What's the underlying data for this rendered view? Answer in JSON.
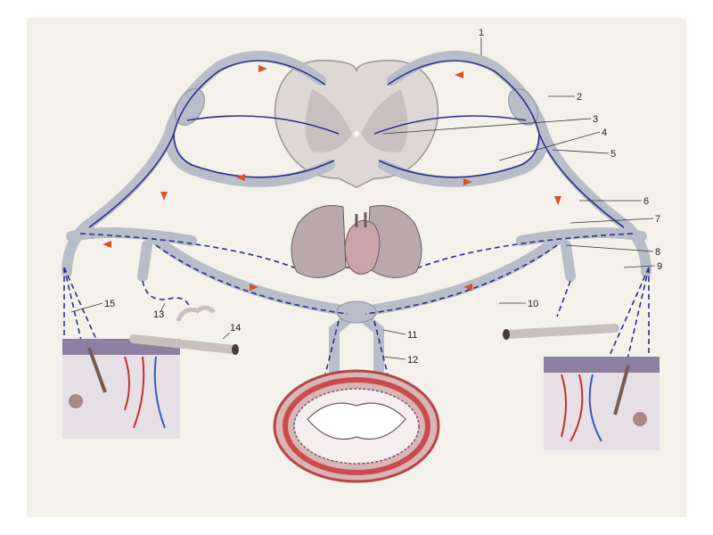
{
  "diagram": {
    "description_labels": [
      "1",
      "2",
      "3",
      "4",
      "5",
      "6",
      "7",
      "8",
      "9",
      "10",
      "11",
      "12",
      "13",
      "14",
      "15"
    ],
    "colors": {
      "paper": "#f4f1ea",
      "nerve": "#b9bdc9",
      "nerve_edge": "#8a8fa0",
      "fiber": "#2b2f8a",
      "arrow": "#d9502a",
      "organ": "#b9a9ad",
      "organ_edge": "#6d5a62",
      "gut_outer": "#c94b4b",
      "gut_inner": "#e8d8d8",
      "skin": "#8e7ea0",
      "vessel_red": "#c62f2f",
      "vessel_blue": "#3b59b8"
    }
  },
  "labels": [
    {
      "id": "1",
      "text": "1"
    },
    {
      "id": "2",
      "text": "2"
    },
    {
      "id": "3",
      "text": "3"
    },
    {
      "id": "4",
      "text": "4"
    },
    {
      "id": "5",
      "text": "5"
    },
    {
      "id": "6",
      "text": "6"
    },
    {
      "id": "7",
      "text": "7"
    },
    {
      "id": "8",
      "text": "8"
    },
    {
      "id": "9",
      "text": "9"
    },
    {
      "id": "10",
      "text": "10"
    },
    {
      "id": "11",
      "text": "11"
    },
    {
      "id": "12",
      "text": "12"
    },
    {
      "id": "13",
      "text": "13"
    },
    {
      "id": "14",
      "text": "14"
    },
    {
      "id": "15",
      "text": "15"
    }
  ]
}
